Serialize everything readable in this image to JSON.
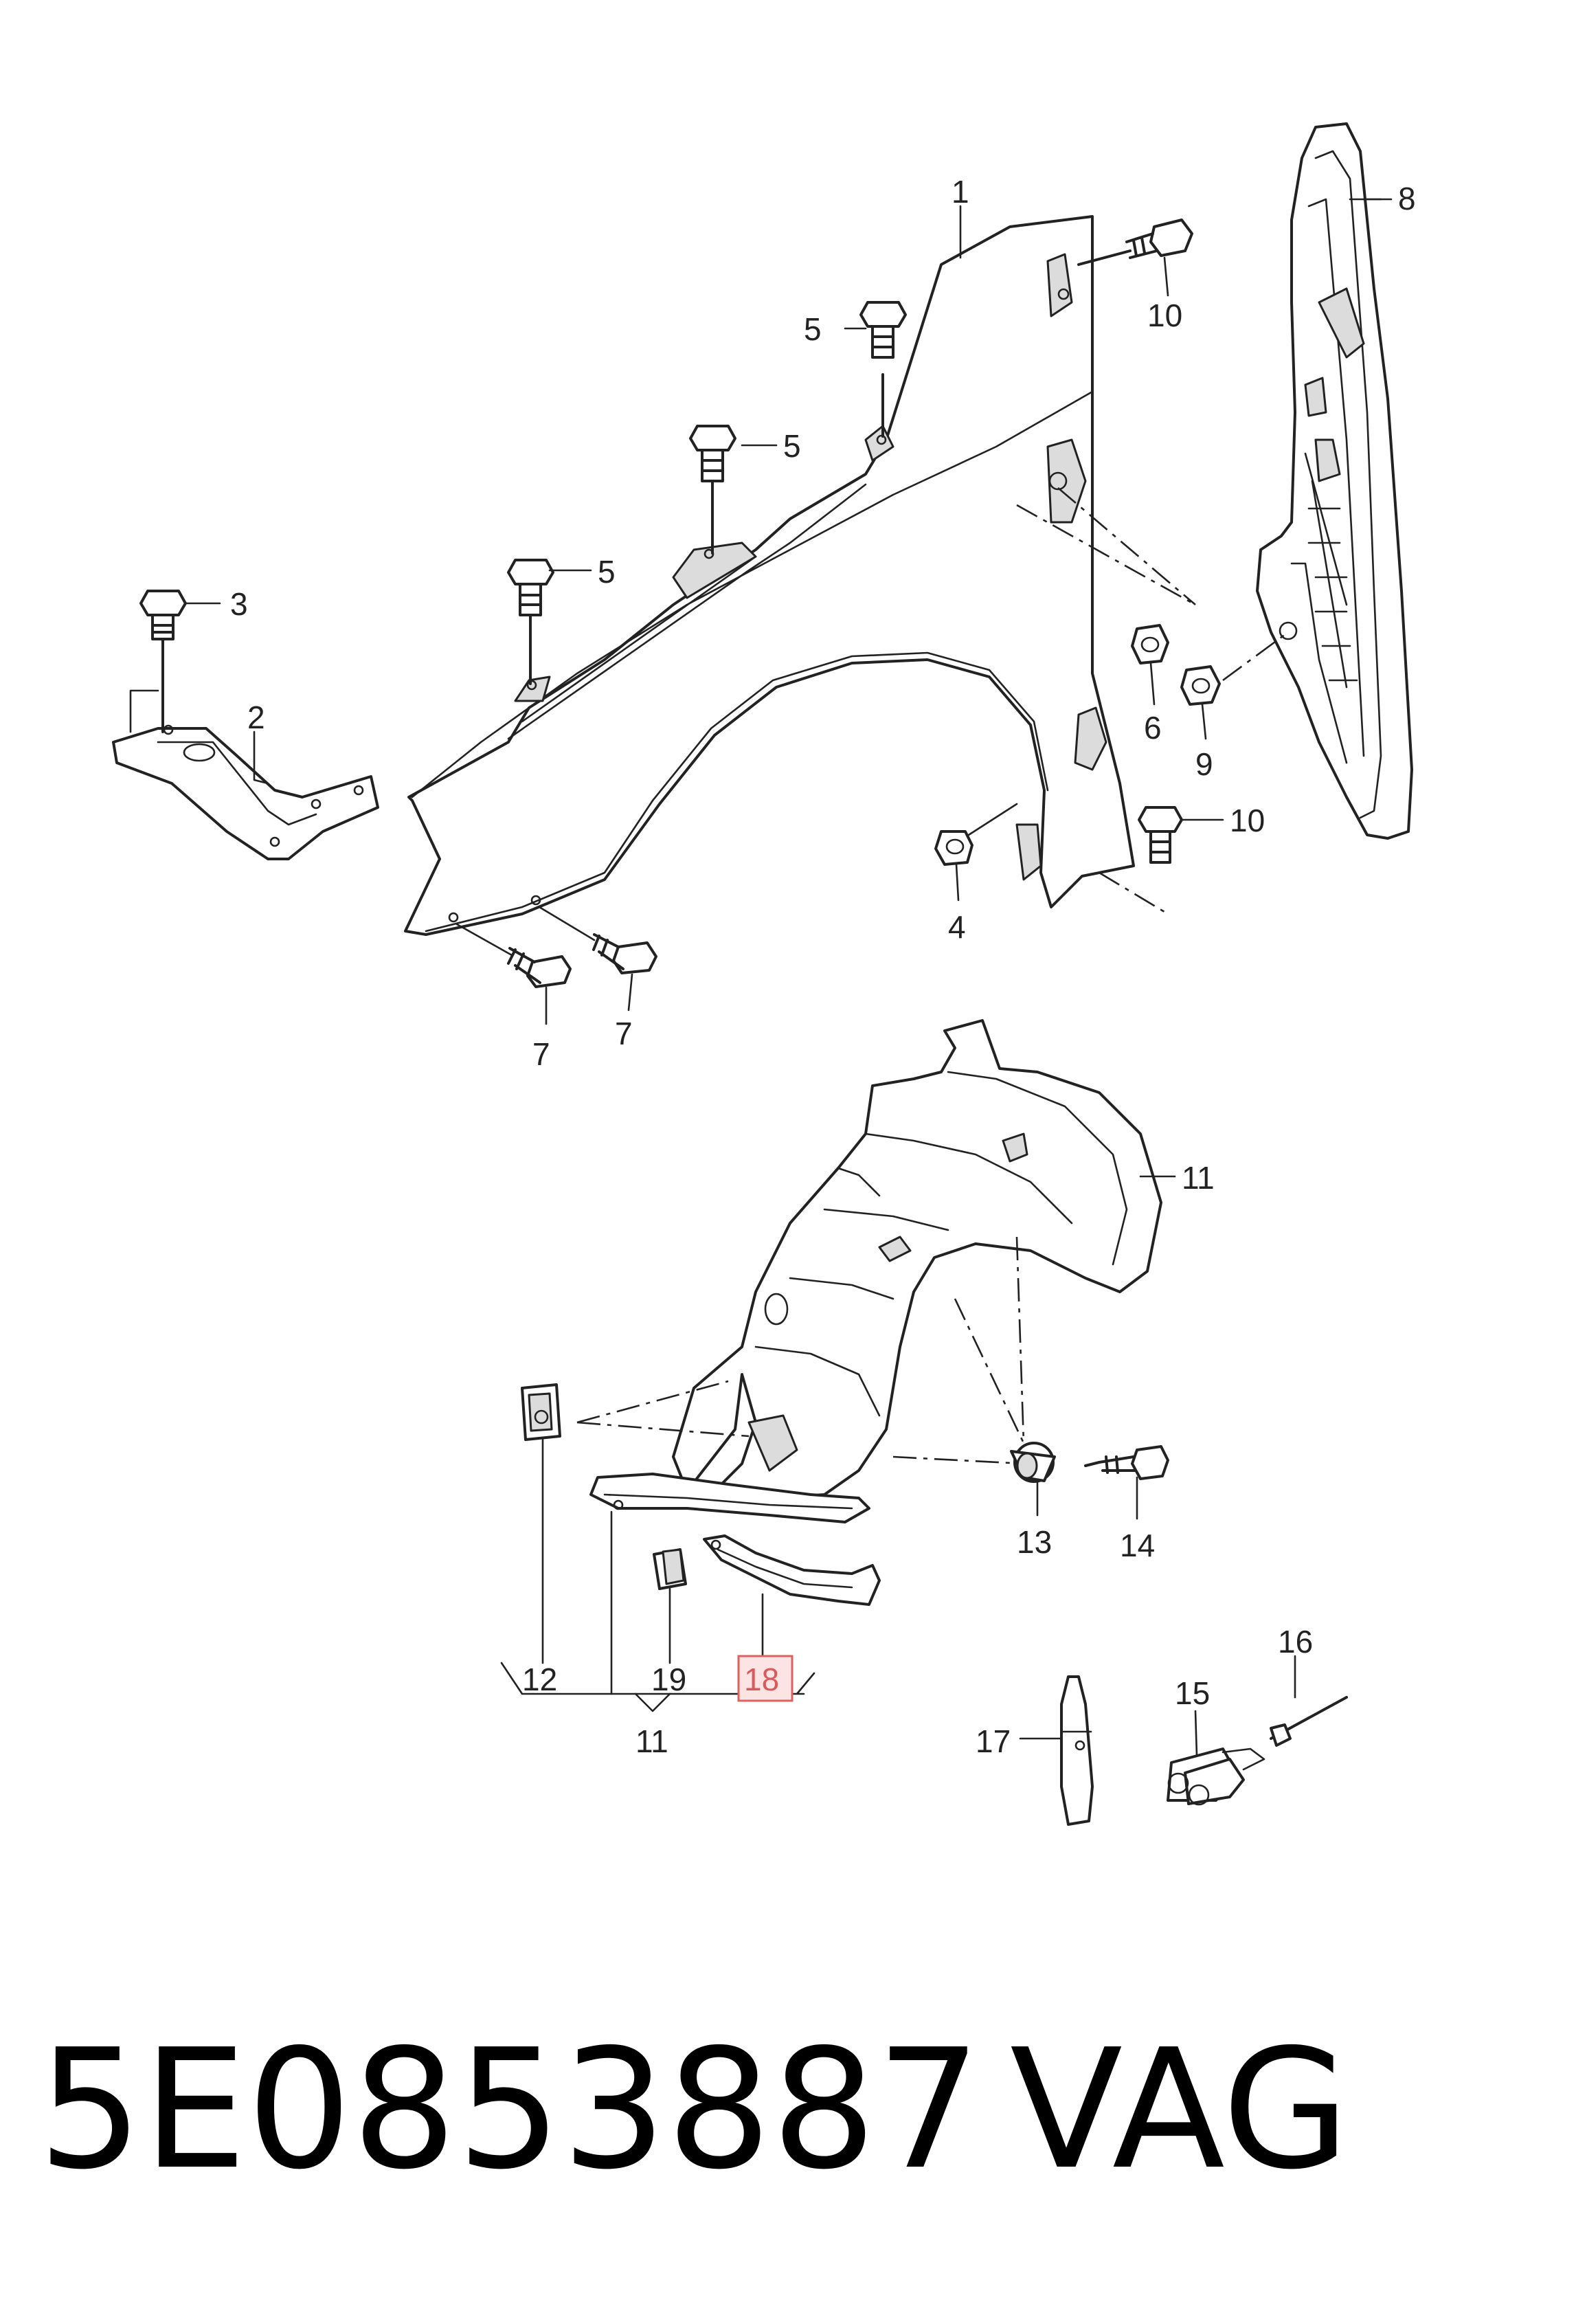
{
  "colors": {
    "line": "#222222",
    "highlight_fill": "#fde4e4",
    "highlight_stroke": "#e06060",
    "background": "#ffffff"
  },
  "callouts": {
    "c1": "1",
    "c2": "2",
    "c3": "3",
    "c4": "4",
    "c5a": "5",
    "c5b": "5",
    "c5c": "5",
    "c6": "6",
    "c7a": "7",
    "c7b": "7",
    "c8": "8",
    "c9": "9",
    "c10a": "10",
    "c10b": "10",
    "c11a": "11",
    "c11b": "11",
    "c12": "12",
    "c13": "13",
    "c14": "14",
    "c15": "15",
    "c16": "16",
    "c17": "17",
    "c18": "18",
    "c19": "19"
  },
  "highlighted_callout": "18",
  "footer": {
    "part_number": "5E0853887",
    "brand": "VAG"
  }
}
